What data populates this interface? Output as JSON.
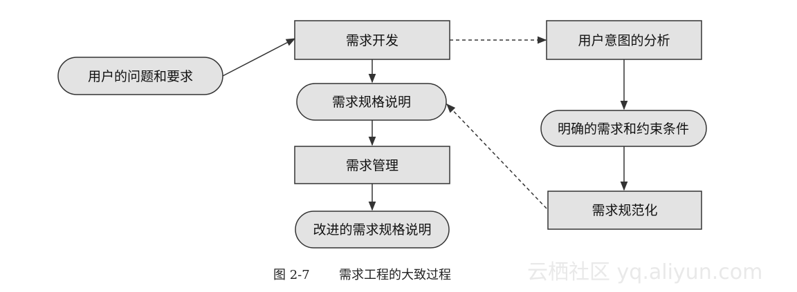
{
  "nodes": {
    "user_problems": "用户的问题和要求",
    "req_dev": "需求开发",
    "user_intent": "用户意图的分析",
    "req_spec": "需求规格说明",
    "clear_req": "明确的需求和约束条件",
    "req_mgmt": "需求管理",
    "req_normalize": "需求规范化",
    "improved_spec": "改进的需求规格说明"
  },
  "caption": {
    "number": "图 2-7",
    "title": "需求工程的大致过程"
  },
  "watermark": "云栖社区 yq.aliyun.com",
  "colors": {
    "node_fill": "#e3e3e3",
    "stroke": "#333333",
    "background": "#ffffff"
  }
}
